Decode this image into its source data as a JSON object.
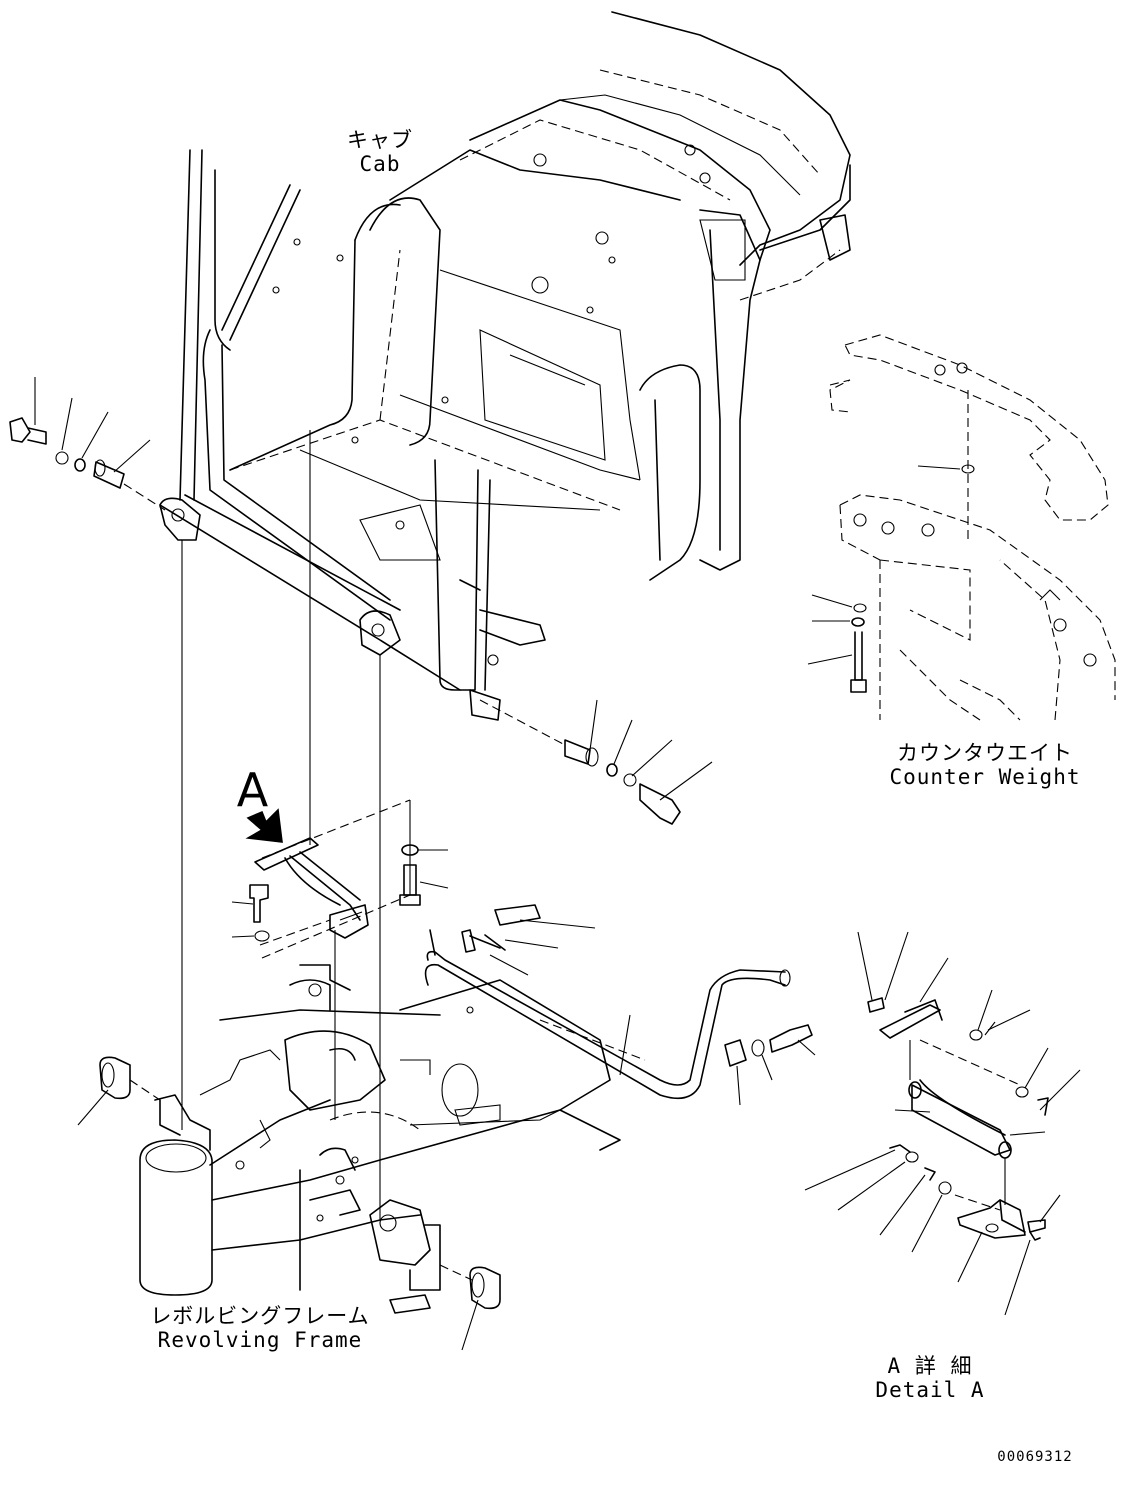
{
  "labels": {
    "cab_jp": "キャブ",
    "cab_en": "Cab",
    "counter_weight_jp": "カウンタウエイト",
    "counter_weight_en": "Counter Weight",
    "revolving_frame_jp": "レボルビングフレーム",
    "revolving_frame_en": "Revolving Frame",
    "detail_jp": "A 詳 細",
    "detail_en": "Detail A",
    "view_marker": "A",
    "drawing_number": "00069312"
  },
  "icons": {
    "view_arrow": "arrow-down-right-icon"
  }
}
